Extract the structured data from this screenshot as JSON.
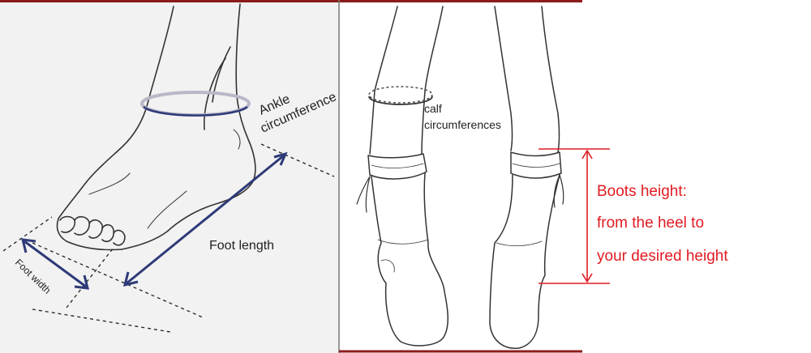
{
  "left_panel": {
    "labels": {
      "ankle_line1": "Ankle",
      "ankle_line2": "circumference",
      "foot_length": "Foot length",
      "foot_width": "Foot width"
    }
  },
  "right_panel": {
    "labels": {
      "calf_line1": "calf",
      "calf_line2": "circumferences"
    },
    "boots_height": {
      "line1": "Boots height:",
      "line2": "from the heel to",
      "line3": "your desired height"
    }
  },
  "colors": {
    "left_background": "#f2f2f2",
    "frame_dark_red": "#8b1c1c",
    "measure_navy": "#2e3a78",
    "boots_red": "#e01b22",
    "sketch_line": "#333333"
  }
}
